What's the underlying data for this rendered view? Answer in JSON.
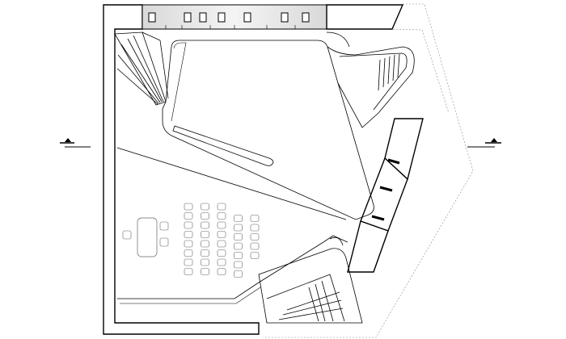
{
  "plan": {
    "type": "architectural-floor-plan",
    "colors": {
      "line": "#000000",
      "furniture": "#666666",
      "skylight": "#e6e6e6",
      "dashed": "#8a8a8a"
    },
    "section_markers": [
      "section-marker-arrow-icon",
      "section-marker-arrow-icon"
    ],
    "seating": {
      "columns": 5,
      "rows": 8
    },
    "window_count": 7,
    "slot_count": 3
  }
}
